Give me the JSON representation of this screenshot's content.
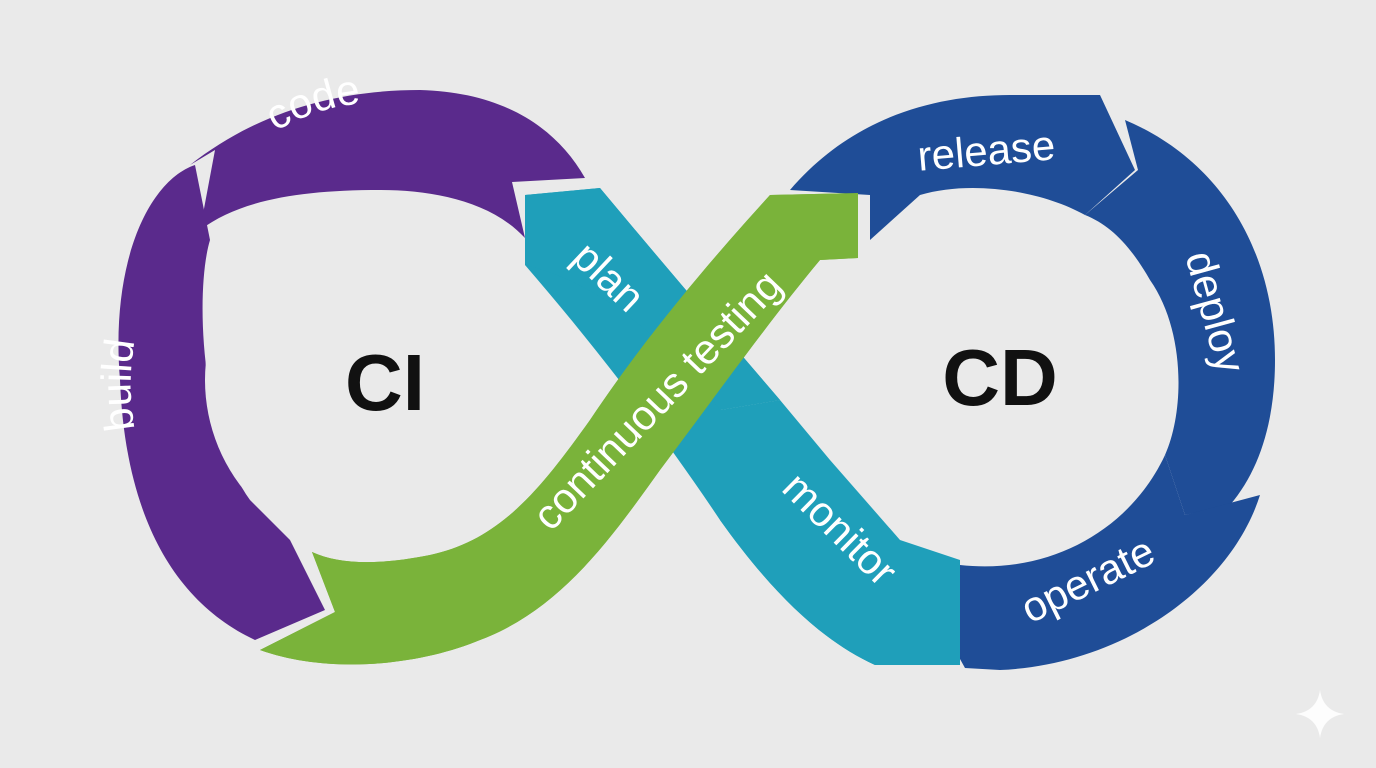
{
  "diagram": {
    "left_loop_label": "CI",
    "right_loop_label": "CD",
    "stages": {
      "code": "code",
      "build": "build",
      "plan": "plan",
      "continuous_testing": "continuous testing",
      "release": "release",
      "deploy": "deploy",
      "operate": "operate",
      "monitor": "monitor"
    },
    "colors": {
      "purple": "#5a2a8c",
      "teal": "#1f9fba",
      "green": "#7ab33a",
      "blue": "#1f4d97",
      "background": "#eaeaea"
    }
  }
}
